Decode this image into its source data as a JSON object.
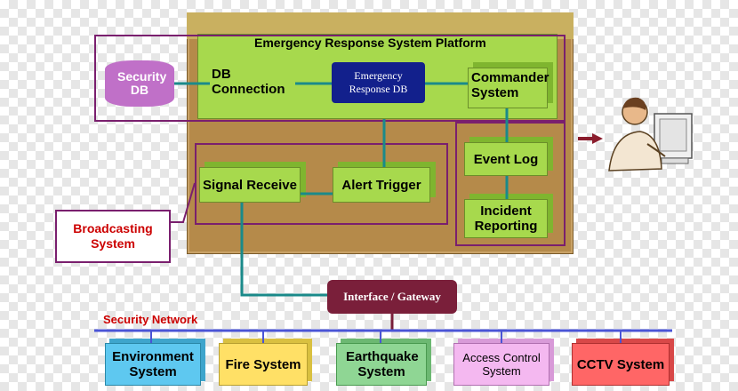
{
  "platform": {
    "title": "Emergency Response System Platform"
  },
  "nodes": {
    "security_db": "Security DB",
    "db_connection": "DB Connection",
    "emergency_db": "Emergency Response DB",
    "commander": "Commander System",
    "event_log": "Event Log",
    "signal_receive": "Signal Receive",
    "alert_trigger": "Alert Trigger",
    "incident_reporting": "Incident Reporting",
    "broadcasting": "Broadcasting System",
    "gateway": "Interface / Gateway"
  },
  "network": {
    "label": "Security Network",
    "systems": [
      {
        "label": "Environment System",
        "color": "#5ec8f0"
      },
      {
        "label": "Fire System",
        "color": "#ffe066"
      },
      {
        "label": "Earthquake System",
        "color": "#8fd694"
      },
      {
        "label": "Access Control System",
        "color": "#f4b8f0"
      },
      {
        "label": "CCTV System",
        "color": "#ff6666"
      }
    ]
  },
  "colors": {
    "platform": "#b58a4a",
    "purple": "#7a1f6e",
    "green": "#a7d94d",
    "network_line": "#4a54d6",
    "red": "#cc0000"
  }
}
